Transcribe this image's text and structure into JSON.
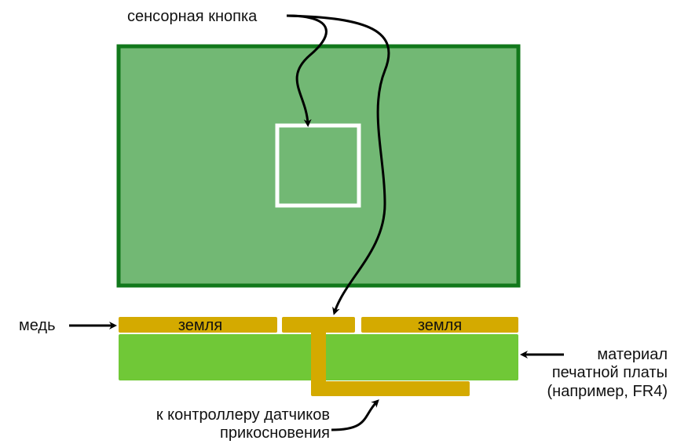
{
  "labels": {
    "touch_button": "сенсорная кнопка",
    "copper": "медь",
    "ground_left": "земля",
    "ground_right": "земля",
    "pcb_material_line1": "материал",
    "pcb_material_line2": "печатной платы",
    "pcb_material_line3": "(например, FR4)",
    "to_controller_line1": "к контроллеру датчиков",
    "to_controller_line2": "прикосновения"
  },
  "colors": {
    "board_top_fill": "#72b874",
    "board_top_border": "#11781b",
    "button_outline": "#ffffff",
    "copper": "#d4aa00",
    "pcb_material": "#70c837",
    "arrow": "#000000"
  },
  "icons": {
    "arrow": "arrow-icon"
  }
}
